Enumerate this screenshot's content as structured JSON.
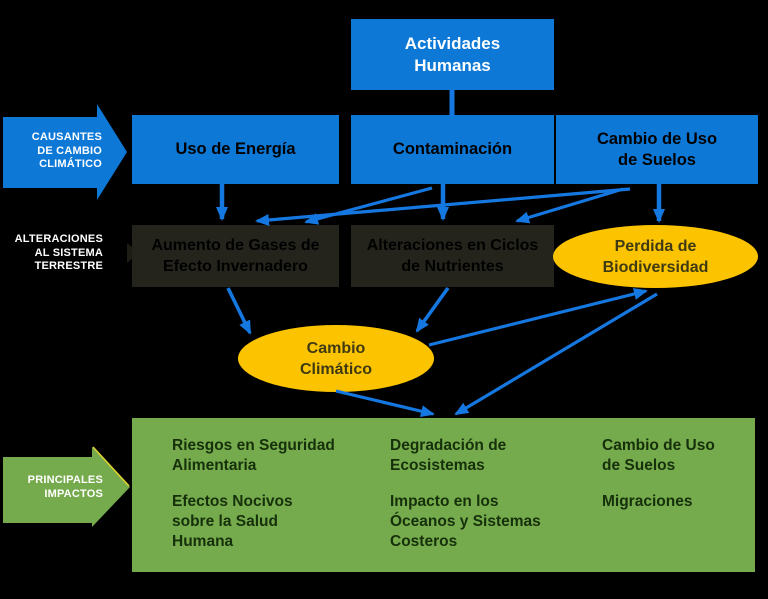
{
  "colors": {
    "background": "#000000",
    "blue": "#0d78d6",
    "arrow-blue": "#1577e0",
    "dark-box": "#24241c",
    "yellow": "#fcc400",
    "green": "#75ab4c",
    "box-text": "#000000",
    "ellipse-text": "#3f3a12",
    "green-text": "#16300b",
    "white": "#ffffff"
  },
  "nodes": {
    "actividades": "Actividades\nHumanas",
    "uso_energia": "Uso de Energía",
    "contaminacion": "Contaminación",
    "cambio_uso_suelos": "Cambio de Uso\nde Suelos",
    "aumento_gases": "Aumento de Gases de\nEfecto Invernadero",
    "ciclos_nutrientes": "Alteraciones en Ciclos\nde Nutrientes",
    "perdida_biodiversidad": "Perdida de\nBiodiversidad",
    "cambio_climatico": "Cambio\nClimático"
  },
  "labels": {
    "causantes": "CAUSANTES\nDE CAMBIO\nCLIMÁTICO",
    "alteraciones": "ALTERACIONES\nAL SISTEMA\nTERRESTRE",
    "principales": "PRINCIPALES\nIMPACTOS"
  },
  "impactos": {
    "col1": [
      "Riesgos en Seguridad\nAlimentaria",
      "Efectos Nocivos\nsobre la Salud\nHumana"
    ],
    "col2": [
      "Degradación de\nEcosistemas",
      "Impacto en los\nÓceanos y Sistemas\nCosteros"
    ],
    "col3": [
      "Cambio de Uso\nde Suelos",
      "Migraciones"
    ]
  }
}
